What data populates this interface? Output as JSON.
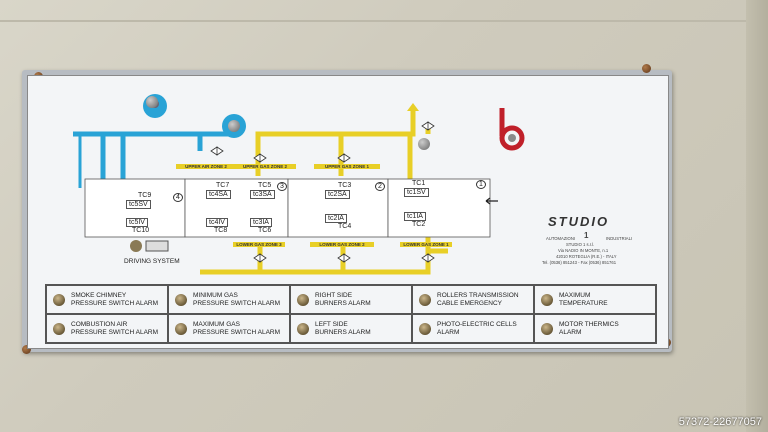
{
  "tc_labels": {
    "tc9": "TC9",
    "tc5sv": "tc5SV",
    "tc5iv": "tc5IV",
    "tc10": "TC10",
    "tc7": "TC7",
    "tc4sa": "tc4SA",
    "tc4iv": "tc4IV",
    "tc8": "TC8",
    "tc5": "TC5",
    "tc3sa": "tc3SA",
    "tc3ia": "tc3IA",
    "tc6": "TC6",
    "tc3": "TC3",
    "tc2sa": "tc2SA",
    "tc2ia": "tc2IA",
    "tc4": "TC4",
    "tc1": "TC1",
    "tc1sv": "tc1SV",
    "tc1ia": "tc1IA",
    "tc2": "TC2"
  },
  "zone_numbers": {
    "z1": "1",
    "z2": "2",
    "z3": "3",
    "z4": "4"
  },
  "zone_tags": {
    "upper_air_zone": "UPPER AIR ZONE 2",
    "upper_gas_zone2": "UPPER GAS ZONE 2",
    "upper_gas_zone1": "UPPER GAS ZONE 1",
    "lower_gas_zone3": "LOWER GAS ZONE 3",
    "lower_gas_zone2": "LOWER GAS ZONE 2",
    "lower_gas_zone1": "LOWER GAS ZONE 1"
  },
  "driving_system": "DRIVING SYSTEM",
  "brand": {
    "name": "STUDIO",
    "mark": "1",
    "left_tag": "AUTOMAZIONI",
    "right_tag": "INDUSTRIALI",
    "line1": "STUDIO 1 s.r.l.",
    "line2": "Via NADIO IN MONTE, n.1",
    "line3": "42010 ROTEGLIA (R.E.) - ITALY",
    "line4": "Tel. (0536) 851243 - Fax (0536) 851761"
  },
  "alarms": [
    {
      "l1": "SMOKE CHIMNEY",
      "l2": "PRESSURE SWITCH ALARM"
    },
    {
      "l1": "MINIMUM GAS",
      "l2": "PRESSURE SWITCH ALARM"
    },
    {
      "l1": "RIGHT SIDE",
      "l2": "BURNERS ALARM"
    },
    {
      "l1": "ROLLERS TRANSMISSION",
      "l2": "CABLE EMERGENCY"
    },
    {
      "l1": "MAXIMUM",
      "l2": "TEMPERATURE"
    },
    {
      "l1": "COMBUSTION AIR",
      "l2": "PRESSURE SWITCH ALARM"
    },
    {
      "l1": "MAXIMUM GAS",
      "l2": "PRESSURE SWITCH ALARM"
    },
    {
      "l1": "LEFT SIDE",
      "l2": "BURNERS ALARM"
    },
    {
      "l1": "PHOTO-ELECTRIC CELLS",
      "l2": "ALARM"
    },
    {
      "l1": "MOTOR THERMICS",
      "l2": "ALARM"
    }
  ],
  "watermark": "57372-22677057",
  "colors": {
    "air": "#29a3d6",
    "gas": "#e8cf27",
    "fan_logo": "#c0202a"
  }
}
